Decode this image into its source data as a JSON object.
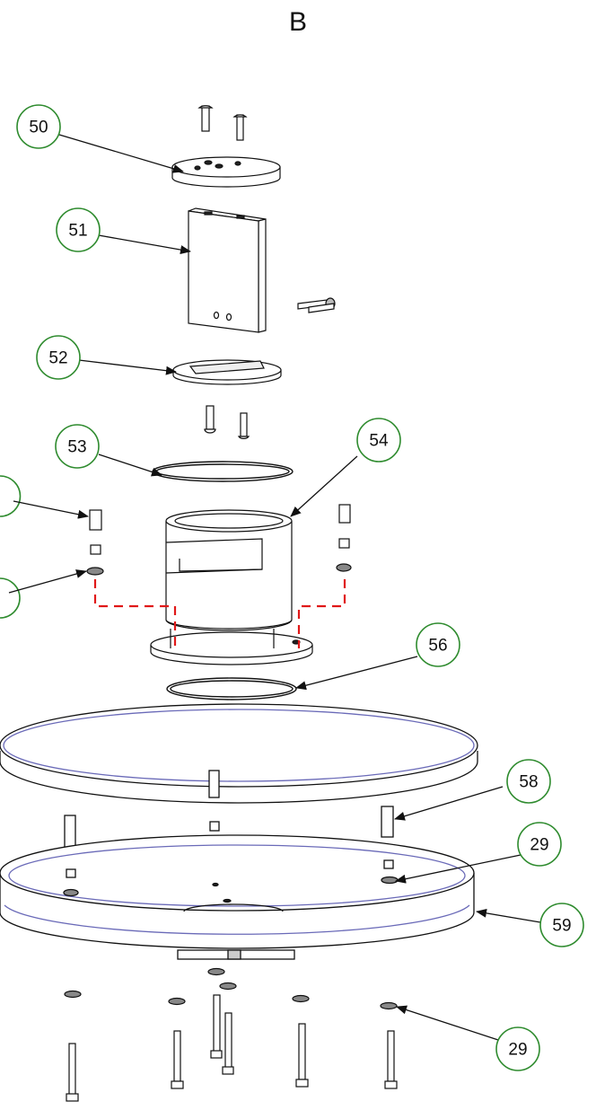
{
  "diagram": {
    "title": "B",
    "callouts": [
      {
        "id": "c50",
        "label": "50"
      },
      {
        "id": "c51",
        "label": "51"
      },
      {
        "id": "c52",
        "label": "52"
      },
      {
        "id": "c53",
        "label": "53"
      },
      {
        "id": "c54",
        "label": "54"
      },
      {
        "id": "c56",
        "label": "56"
      },
      {
        "id": "c58",
        "label": "58"
      },
      {
        "id": "c29a",
        "label": "29"
      },
      {
        "id": "c59",
        "label": "59"
      },
      {
        "id": "c29b",
        "label": "29"
      }
    ],
    "colors": {
      "callout_stroke": "#2e8b2e",
      "line": "#111111",
      "assembly_path": "#e01818",
      "rim_accent": "#6a6ab8"
    }
  }
}
